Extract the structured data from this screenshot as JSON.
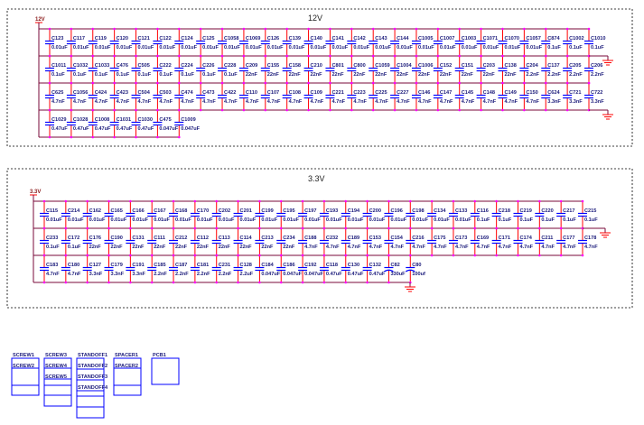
{
  "colors": {
    "rail": "#7a0a3a",
    "wire": "#ff0000",
    "capacitor": "#0000ff",
    "junction": "#ff00ff",
    "ground": "#ff0000",
    "frame": "#000000",
    "mechanical": "#0000ff"
  },
  "nets": [
    {
      "title": "12V",
      "net_label": "12V",
      "rows": [
        [
          [
            "C123",
            "0.01uF"
          ],
          [
            "C117",
            "0.01uF"
          ],
          [
            "C119",
            "0.01uF"
          ],
          [
            "C120",
            "0.01uF"
          ],
          [
            "C121",
            "0.01uF"
          ],
          [
            "C122",
            "0.01uF"
          ],
          [
            "C124",
            "0.01uF"
          ],
          [
            "C125",
            "0.01uF"
          ],
          [
            "C1058",
            "0.01uF"
          ],
          [
            "C1069",
            "0.01uF"
          ],
          [
            "C126",
            "0.01uF"
          ],
          [
            "C139",
            "0.01uF"
          ],
          [
            "C140",
            "0.01uF"
          ],
          [
            "C141",
            "0.01uF"
          ],
          [
            "C142",
            "0.01uF"
          ],
          [
            "C143",
            "0.01uF"
          ],
          [
            "C144",
            "0.01uF"
          ],
          [
            "C1005",
            "0.01uF"
          ],
          [
            "C1007",
            "0.01uF"
          ],
          [
            "C1003",
            "0.01uF"
          ],
          [
            "C1071",
            "0.01uF"
          ],
          [
            "C1070",
            "0.01uF"
          ],
          [
            "C1057",
            "0.01uF"
          ],
          [
            "C874",
            "0.1uF"
          ],
          [
            "C1002",
            "0.1uF"
          ],
          [
            "C1010",
            "0.1uF"
          ]
        ],
        [
          [
            "C1011",
            "0.1uF"
          ],
          [
            "C1032",
            "0.1uF"
          ],
          [
            "C1033",
            "0.1uF"
          ],
          [
            "C476",
            "0.1uF"
          ],
          [
            "C505",
            "0.1uF"
          ],
          [
            "C222",
            "0.1uF"
          ],
          [
            "C224",
            "0.1uF"
          ],
          [
            "C226",
            "0.1uF"
          ],
          [
            "C228",
            "0.1uF"
          ],
          [
            "C209",
            "22nF"
          ],
          [
            "C155",
            "22nF"
          ],
          [
            "C158",
            "22nF"
          ],
          [
            "C210",
            "22nF"
          ],
          [
            "C801",
            "22nF"
          ],
          [
            "C800",
            "22nF"
          ],
          [
            "C1059",
            "22nF"
          ],
          [
            "C1004",
            "22nF"
          ],
          [
            "C1006",
            "22nF"
          ],
          [
            "C152",
            "22nF"
          ],
          [
            "C151",
            "22nF"
          ],
          [
            "C203",
            "22nF"
          ],
          [
            "C138",
            "22nF"
          ],
          [
            "C204",
            "2.2nF"
          ],
          [
            "C137",
            "2.2nF"
          ],
          [
            "C205",
            "2.2nF"
          ],
          [
            "C206",
            "2.2nF"
          ]
        ],
        [
          [
            "C625",
            "4.7nF"
          ],
          [
            "C1056",
            "4.7nF"
          ],
          [
            "C424",
            "4.7nF"
          ],
          [
            "C423",
            "4.7nF"
          ],
          [
            "C504",
            "4.7nF"
          ],
          [
            "C503",
            "4.7nF"
          ],
          [
            "C474",
            "4.7nF"
          ],
          [
            "C473",
            "4.7nF"
          ],
          [
            "C422",
            "4.7nF"
          ],
          [
            "C110",
            "4.7nF"
          ],
          [
            "C107",
            "4.7nF"
          ],
          [
            "C108",
            "4.7nF"
          ],
          [
            "C109",
            "4.7nF"
          ],
          [
            "C221",
            "4.7nF"
          ],
          [
            "C223",
            "4.7nF"
          ],
          [
            "C225",
            "4.7nF"
          ],
          [
            "C227",
            "4.7nF"
          ],
          [
            "C146",
            "4.7nF"
          ],
          [
            "C147",
            "4.7nF"
          ],
          [
            "C145",
            "4.7nF"
          ],
          [
            "C148",
            "4.7nF"
          ],
          [
            "C149",
            "4.7nF"
          ],
          [
            "C150",
            "4.7nF"
          ],
          [
            "C624",
            "3.3nF"
          ],
          [
            "C721",
            "3.3nF"
          ],
          [
            "C722",
            "3.3nF"
          ]
        ],
        [
          [
            "C1029",
            "0.47uF"
          ],
          [
            "C1028",
            "0.47uF"
          ],
          [
            "C1008",
            "0.47uF"
          ],
          [
            "C1031",
            "0.47uF"
          ],
          [
            "C1030",
            "0.47uF"
          ],
          [
            "C475",
            "0.047uF"
          ],
          [
            "C1009",
            "0.047uF"
          ]
        ]
      ]
    },
    {
      "title": "3.3V",
      "net_label": "3.3V",
      "rows": [
        [
          [
            "C115",
            "0.01uF"
          ],
          [
            "C214",
            "0.01uF"
          ],
          [
            "C162",
            "0.01uF"
          ],
          [
            "C165",
            "0.01uF"
          ],
          [
            "C166",
            "0.01uF"
          ],
          [
            "C167",
            "0.01uF"
          ],
          [
            "C168",
            "0.01uF"
          ],
          [
            "C170",
            "0.01uF"
          ],
          [
            "C202",
            "0.01uF"
          ],
          [
            "C201",
            "0.01uF"
          ],
          [
            "C199",
            "0.01uF"
          ],
          [
            "C195",
            "0.01uF"
          ],
          [
            "C197",
            "0.01uF"
          ],
          [
            "C193",
            "0.01uF"
          ],
          [
            "C194",
            "0.01uF"
          ],
          [
            "C200",
            "0.01uF"
          ],
          [
            "C196",
            "0.01uF"
          ],
          [
            "C198",
            "0.01uF"
          ],
          [
            "C134",
            "0.01uF"
          ],
          [
            "C133",
            "0.01uF"
          ],
          [
            "C116",
            "0.1uF"
          ],
          [
            "C218",
            "0.1uF"
          ],
          [
            "C219",
            "0.1uF"
          ],
          [
            "C220",
            "0.1uF"
          ],
          [
            "C217",
            "0.1uF"
          ],
          [
            "C215",
            "0.1uF"
          ]
        ],
        [
          [
            "C233",
            "0.1uF"
          ],
          [
            "C172",
            "0.1uF"
          ],
          [
            "C176",
            "22nF"
          ],
          [
            "C190",
            "22nF"
          ],
          [
            "C131",
            "22nF"
          ],
          [
            "C111",
            "22nF"
          ],
          [
            "C212",
            "22nF"
          ],
          [
            "C112",
            "22nF"
          ],
          [
            "C113",
            "22nF"
          ],
          [
            "C114",
            "22nF"
          ],
          [
            "C213",
            "22nF"
          ],
          [
            "C234",
            "22nF"
          ],
          [
            "C188",
            "4.7nF"
          ],
          [
            "C232",
            "4.7nF"
          ],
          [
            "C189",
            "4.7nF"
          ],
          [
            "C153",
            "4.7nF"
          ],
          [
            "C154",
            "4.7nF"
          ],
          [
            "C216",
            "4.7nF"
          ],
          [
            "C175",
            "4.7nF"
          ],
          [
            "C173",
            "4.7nF"
          ],
          [
            "C169",
            "4.7nF"
          ],
          [
            "C171",
            "4.7nF"
          ],
          [
            "C174",
            "4.7nF"
          ],
          [
            "C211",
            "4.7nF"
          ],
          [
            "C177",
            "4.7nF"
          ],
          [
            "C178",
            "4.7nF"
          ]
        ],
        [
          [
            "C183",
            "4.7nF"
          ],
          [
            "C180",
            "4.7nF"
          ],
          [
            "C127",
            "3.3nF"
          ],
          [
            "C179",
            "3.3nF"
          ],
          [
            "C191",
            "3.3nF"
          ],
          [
            "C185",
            "2.2nF"
          ],
          [
            "C187",
            "2.2nF"
          ],
          [
            "C181",
            "2.2nF"
          ],
          [
            "C231",
            "2.2nF"
          ],
          [
            "C128",
            "2.2uF"
          ],
          [
            "C184",
            "0.047uF"
          ],
          [
            "C186",
            "0.047uF"
          ],
          [
            "C192",
            "0.047uF"
          ],
          [
            "C118",
            "0.47uF"
          ],
          [
            "C130",
            "0.47uF"
          ],
          [
            "C132",
            "0.47uF"
          ],
          [
            "C82",
            "330uF",
            "polarized"
          ],
          [
            "C80",
            "100uf",
            "polarized"
          ]
        ]
      ]
    }
  ],
  "mechanical": [
    {
      "labels": [
        "SCREW1",
        "SCREW2"
      ]
    },
    {
      "labels": [
        "SCREW3",
        "SCREW4",
        "SCREW5"
      ]
    },
    {
      "labels": [
        "STANDOFF1",
        "STANDOFF2",
        "STANDOFF3",
        "STANDOFF4"
      ]
    },
    {
      "labels": [
        "SPACER1",
        "SPACER2"
      ]
    },
    {
      "labels": [
        "PCB1"
      ]
    }
  ]
}
